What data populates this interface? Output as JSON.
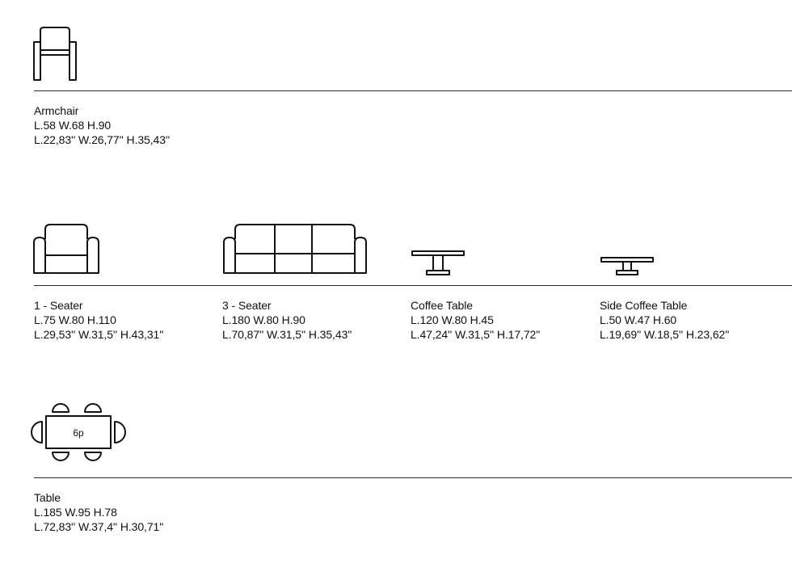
{
  "rows": [
    {
      "items": [
        {
          "icon": "armchair-icon",
          "name": "Armchair",
          "metric": "L.58 W.68 H.90",
          "imperial": "L.22,83'' W.26,77'' H.35,43''"
        }
      ]
    },
    {
      "items": [
        {
          "icon": "sofa-one-seater-icon",
          "name": "1 - Seater",
          "metric": "L.75 W.80 H.110",
          "imperial": "L.29,53'' W.31,5'' H.43,31''"
        },
        {
          "icon": "sofa-three-seater-icon",
          "name": "3 - Seater",
          "metric": "L.180 W.80 H.90",
          "imperial": "L.70,87'' W.31,5'' H.35,43''"
        },
        {
          "icon": "coffee-table-icon",
          "name": "Coffee Table",
          "metric": "L.120 W.80 H.45",
          "imperial": "L.47,24'' W.31,5'' H.17,72''"
        },
        {
          "icon": "side-coffee-table-icon",
          "name": "Side Coffee Table",
          "metric": "L.50 W.47 H.60",
          "imperial": "L.19,69'' W.18,5'' H.23,62''"
        }
      ]
    },
    {
      "items": [
        {
          "icon": "dining-table-icon",
          "name": "Table",
          "metric": "L.185 W.95 H.78",
          "imperial": "L.72,83'' W.37,4'' H.30,71''",
          "seats_label": "6p"
        }
      ]
    }
  ]
}
